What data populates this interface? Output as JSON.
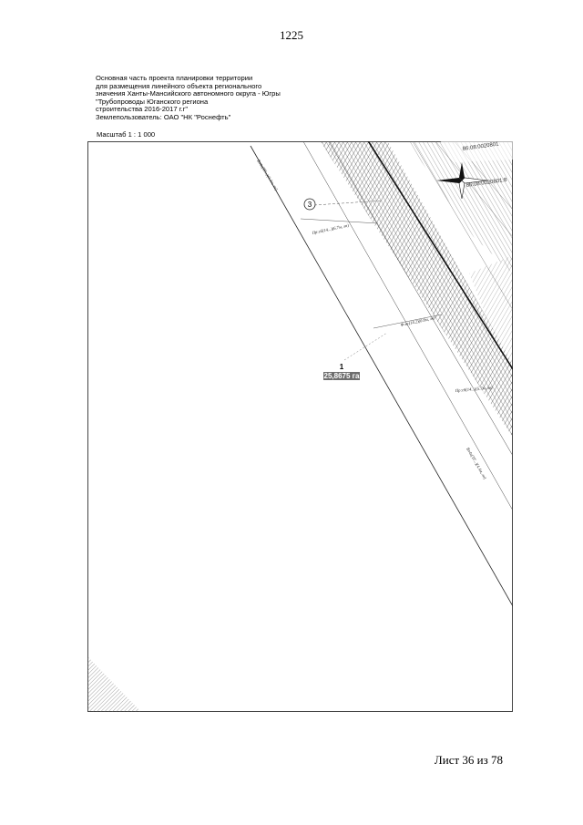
{
  "page_number": "1225",
  "header": {
    "lines": [
      "Основная часть проекта планировки территории",
      "для размещения линейного объекта регионального",
      "значения Ханты-Мансийского автономного округа - Югры",
      "\"Трубопроводы Юганского региона",
      "строительства 2016-2017 г.г\"",
      "Землепользователь: ОАО \"НК \"Роснефть\""
    ],
    "scale": "Масштаб 1 : 1 000"
  },
  "map": {
    "marker_number": "3",
    "parcel": {
      "number": "1",
      "area": "25,8675 га"
    },
    "line_annotations": [
      "Вл4н(ТГ...)(4.4м, лн)",
      "Пр:сб(14...)(6.7м, лн)",
      "Ф-вс(14.2)(0.8м, лн)",
      "Пр:сб(14...)(5.7м, лн)",
      "Вл4н(ТГ...)(4.4м, лн)"
    ],
    "cadastral_numbers": [
      "86:08:0020801",
      "86:08:0020801:8"
    ],
    "colors": {
      "hatch": "#555555",
      "line": "#222222"
    }
  },
  "footer": {
    "sheet": "Лист 36 из 78"
  }
}
